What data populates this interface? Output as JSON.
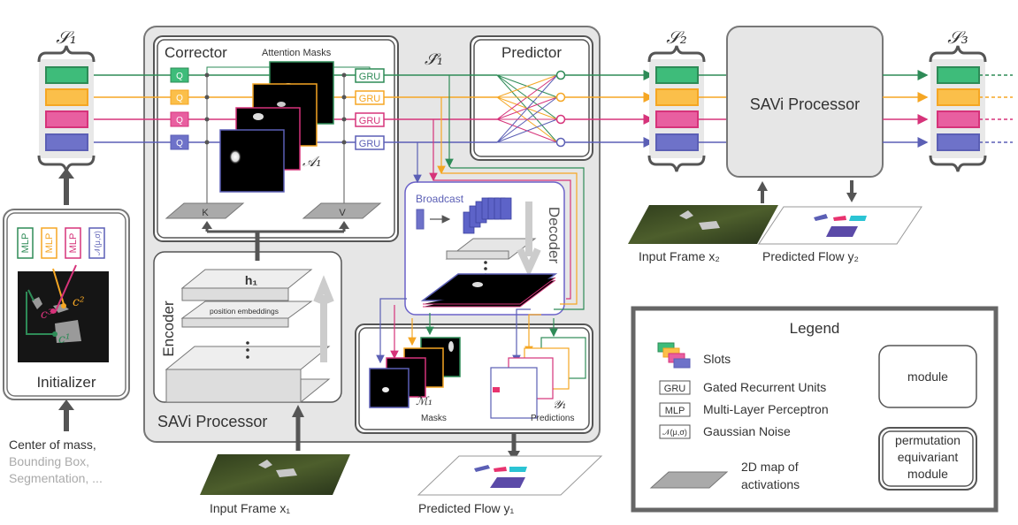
{
  "colors": {
    "green": "#2e8b57",
    "orange": "#f5a623",
    "pink": "#d6337a",
    "purple": "#5b5fb5",
    "grey_panel": "#e6e6e6",
    "legend_border": "#666666",
    "decoder_border": "#6b62c9"
  },
  "slots": {
    "s1": "𝒮₁",
    "s2": "𝒮₂",
    "s3": "𝒮₃",
    "s1_hat": "𝒮̂₁"
  },
  "initializer": {
    "title": "Initializer",
    "mlp": "MLP",
    "noise": "𝒩(μ,σ)",
    "c1": "c¹",
    "c2": "c²",
    "c3": "c³",
    "input_lines": [
      "Center of mass,",
      "Bounding Box,",
      "Segmentation, ..."
    ]
  },
  "corrector": {
    "title": "Corrector",
    "attention_masks": "Attention Masks",
    "q": "Q",
    "k": "K",
    "v": "V",
    "gru": "GRU",
    "a1": "𝒜₁"
  },
  "predictor": {
    "title": "Predictor"
  },
  "encoder": {
    "title": "Encoder",
    "h1": "h₁",
    "position_embeddings": "position embeddings"
  },
  "decoder": {
    "title": "Decoder",
    "broadcast": "Broadcast"
  },
  "outputs": {
    "m1": "ℳ₁",
    "masks": "Masks",
    "y1": "𝒴₁",
    "predictions": "Predictions"
  },
  "processor": {
    "inner_title": "SAVi Processor",
    "outer_title": "SAVi Processor"
  },
  "frames": {
    "input1": "Input Frame x₁",
    "flow1": "Predicted Flow y₁",
    "input2": "Input Frame x₂",
    "flow2": "Predicted Flow y₂"
  },
  "legend": {
    "title": "Legend",
    "slots": "Slots",
    "gru_box": "GRU",
    "gru": "Gated Recurrent Units",
    "mlp_box": "MLP",
    "mlp": "Multi-Layer Perceptron",
    "noise_box": "𝒩(μ,σ)",
    "noise": "Gaussian Noise",
    "activations_l1": "2D map of",
    "activations_l2": "activations",
    "module": "module",
    "perm_l1": "permutation",
    "perm_l2": "equivariant",
    "perm_l3": "module"
  }
}
